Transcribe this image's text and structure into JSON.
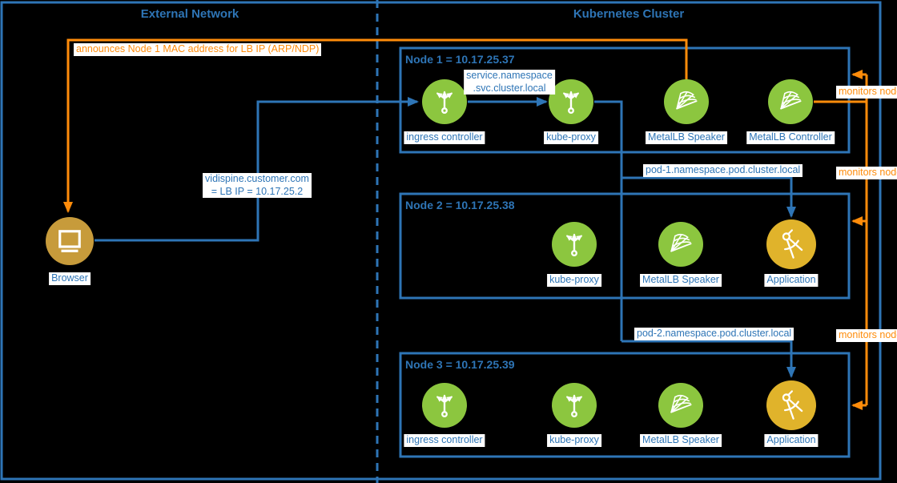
{
  "regions": {
    "external": {
      "title": "External Network"
    },
    "cluster": {
      "title": "Kubernetes Cluster"
    }
  },
  "browser": {
    "label": "Browser",
    "icon": "monitor-icon"
  },
  "nodes": [
    {
      "title": "Node 1 = 10.17.25.37",
      "components": [
        {
          "label": "ingress controller",
          "icon": "trident-icon",
          "color": "green"
        },
        {
          "label": "kube-proxy",
          "icon": "trident-icon",
          "color": "green"
        },
        {
          "label": "MetalLB Speaker",
          "icon": "fan-icon",
          "color": "green"
        },
        {
          "label": "MetalLB Controller",
          "icon": "fan-icon",
          "color": "green"
        }
      ]
    },
    {
      "title": "Node 2 = 10.17.25.38",
      "components": [
        {
          "label": "kube-proxy",
          "icon": "trident-icon",
          "color": "green"
        },
        {
          "label": "MetalLB Speaker",
          "icon": "fan-icon",
          "color": "green"
        },
        {
          "label": "Application",
          "icon": "compass-icon",
          "color": "gold"
        }
      ]
    },
    {
      "title": "Node 3 = 10.17.25.39",
      "components": [
        {
          "label": "ingress controller",
          "icon": "trident-icon",
          "color": "green"
        },
        {
          "label": "kube-proxy",
          "icon": "trident-icon",
          "color": "green"
        },
        {
          "label": "MetalLB Speaker",
          "icon": "fan-icon",
          "color": "green"
        },
        {
          "label": "Application",
          "icon": "compass-icon",
          "color": "gold"
        }
      ]
    }
  ],
  "edges": {
    "announce": "announces Node 1 MAC address for LB IP (ARP/NDP)",
    "vidispine": {
      "line1": "vidispine.customer.com",
      "line2": "= LB IP = 10.17.25.2"
    },
    "service_dns": {
      "line1": "service.namespace",
      "line2": ".svc.cluster.local"
    },
    "pod1": "pod-1.namespace.pod.cluster.local",
    "pod2": "pod-2.namespace.pod.cluster.local",
    "monitors1": "monitors node",
    "monitors2": "monitors node",
    "monitors3": "monitors node"
  },
  "colors": {
    "blue": "#2E75B6",
    "orange": "#FF8C0A",
    "green": "#8CC63F",
    "gold": "#E0B32B",
    "browser_gold": "#C79B3B",
    "label_bg": "#FFFFFF",
    "background": "#000000"
  }
}
